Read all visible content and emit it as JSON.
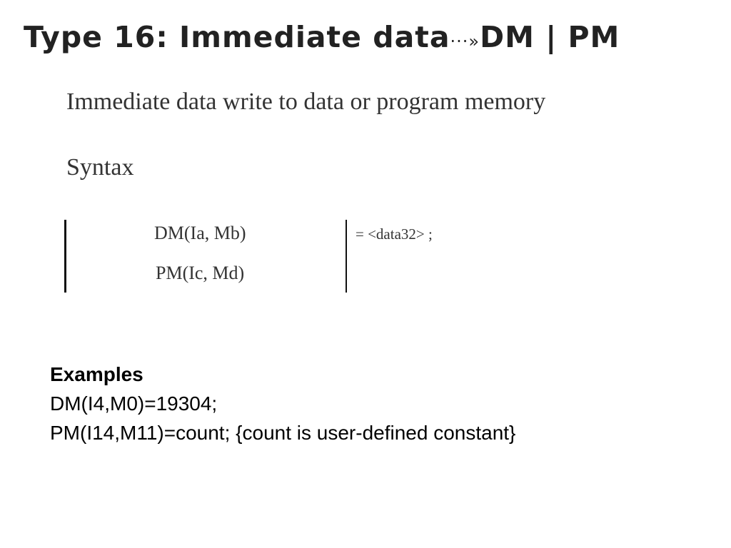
{
  "slide": {
    "title": {
      "text_before": "Type 16: Immediate data",
      "arrow": "···»",
      "text_after": "DM | PM"
    },
    "subtitle": "Immediate data write to data or program memory",
    "syntax": {
      "heading": "Syntax",
      "operands": [
        "DM(Ia, Mb)",
        "PM(Ic, Md)"
      ],
      "assignment": "= <data32> ;"
    },
    "examples": {
      "heading": "Examples",
      "lines": [
        "DM(I4,M0)=19304;",
        "PM(I14,M11)=count; {count is user-defined constant}"
      ]
    }
  }
}
